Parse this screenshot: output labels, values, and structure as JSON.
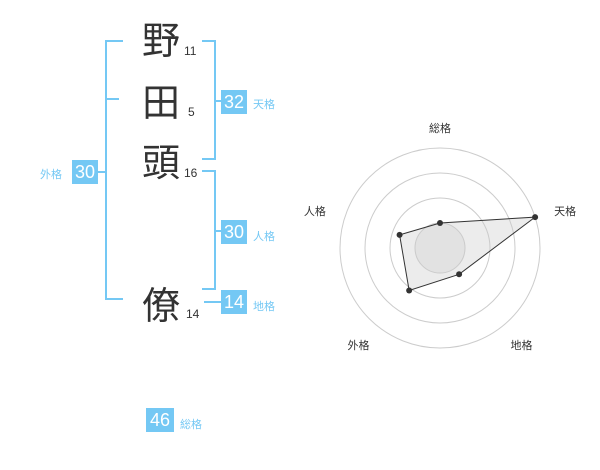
{
  "name": {
    "chars": [
      {
        "char": "野",
        "strokes": "11"
      },
      {
        "char": "田",
        "strokes": "5"
      },
      {
        "char": "頭",
        "strokes": "16"
      },
      {
        "char": "僚",
        "strokes": "14"
      }
    ]
  },
  "fortune": {
    "tenkaku": {
      "value": "32",
      "label": "天格"
    },
    "jinkaku": {
      "value": "30",
      "label": "人格"
    },
    "chikaku": {
      "value": "14",
      "label": "地格"
    },
    "gaikaku": {
      "value": "30",
      "label": "外格"
    },
    "soukaku": {
      "value": "46",
      "label": "総格"
    }
  },
  "colors": {
    "accent": "#74c8f4",
    "text": "#333333",
    "ring": "#cccccc"
  },
  "chart_data": {
    "type": "radar",
    "axes": [
      "総格",
      "天格",
      "地格",
      "外格",
      "人格"
    ],
    "rings": 4,
    "max": 4,
    "values": [
      1,
      4,
      1.3,
      2.1,
      1.7
    ]
  }
}
